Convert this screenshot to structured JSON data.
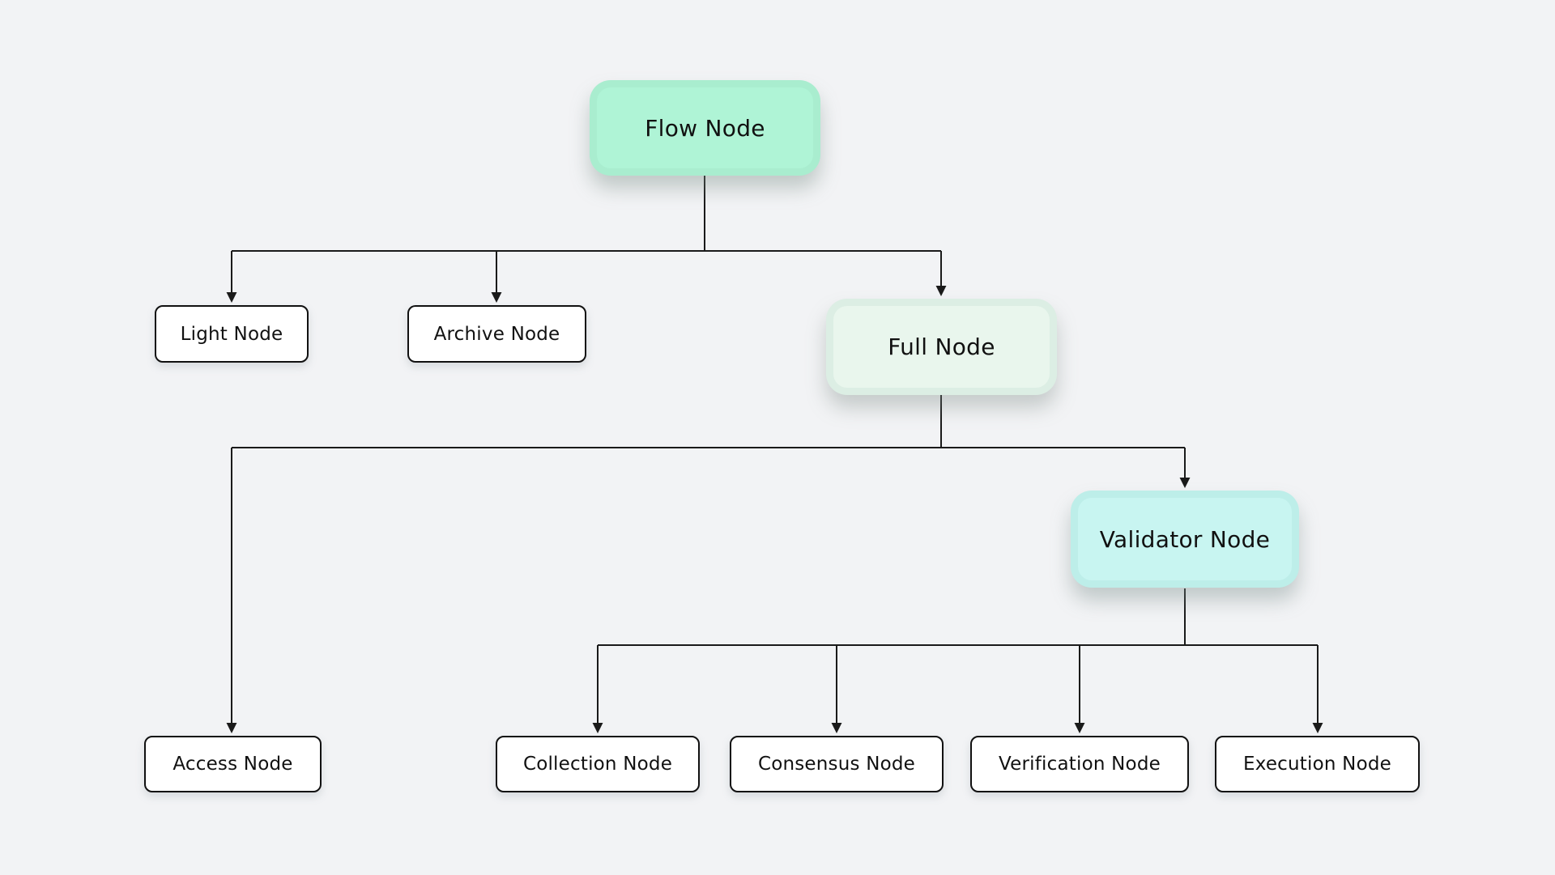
{
  "diagram": {
    "background_color": "#f2f3f5",
    "connector_color": "#1a1a1a",
    "node_border_color": "#111111",
    "nodes": [
      {
        "id": "flow-node",
        "label": "Flow Node",
        "fill": "#aff4d6",
        "style": "highlight-mint"
      },
      {
        "id": "light-node",
        "label": "Light Node",
        "fill": "#ffffff",
        "style": "plain"
      },
      {
        "id": "archive-node",
        "label": "Archive Node",
        "fill": "#ffffff",
        "style": "plain"
      },
      {
        "id": "full-node",
        "label": "Full Node",
        "fill": "#e9f6ed",
        "style": "highlight-pale-green"
      },
      {
        "id": "access-node",
        "label": "Access Node",
        "fill": "#ffffff",
        "style": "plain"
      },
      {
        "id": "validator-node",
        "label": "Validator Node",
        "fill": "#c8f5f1",
        "style": "highlight-cyan"
      },
      {
        "id": "collection-node",
        "label": "Collection Node",
        "fill": "#ffffff",
        "style": "plain"
      },
      {
        "id": "consensus-node",
        "label": "Consensus Node",
        "fill": "#ffffff",
        "style": "plain"
      },
      {
        "id": "verification-node",
        "label": "Verification Node",
        "fill": "#ffffff",
        "style": "plain"
      },
      {
        "id": "execution-node",
        "label": "Execution Node",
        "fill": "#ffffff",
        "style": "plain"
      }
    ],
    "edges": [
      {
        "from": "Flow Node",
        "to": "Light Node"
      },
      {
        "from": "Flow Node",
        "to": "Archive Node"
      },
      {
        "from": "Flow Node",
        "to": "Full Node"
      },
      {
        "from": "Full Node",
        "to": "Access Node"
      },
      {
        "from": "Full Node",
        "to": "Validator Node"
      },
      {
        "from": "Validator Node",
        "to": "Collection Node"
      },
      {
        "from": "Validator Node",
        "to": "Consensus Node"
      },
      {
        "from": "Validator Node",
        "to": "Verification Node"
      },
      {
        "from": "Validator Node",
        "to": "Execution Node"
      }
    ]
  }
}
